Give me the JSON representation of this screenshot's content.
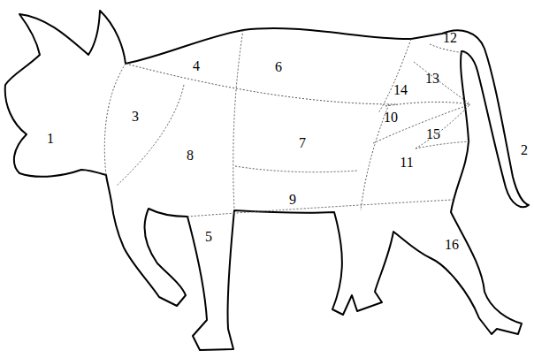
{
  "diagram": {
    "labels": [
      "12",
      "4",
      "6",
      "13",
      "14",
      "3",
      "10",
      "15",
      "1",
      "7",
      "2",
      "8",
      "11",
      "9",
      "5",
      "16"
    ]
  }
}
